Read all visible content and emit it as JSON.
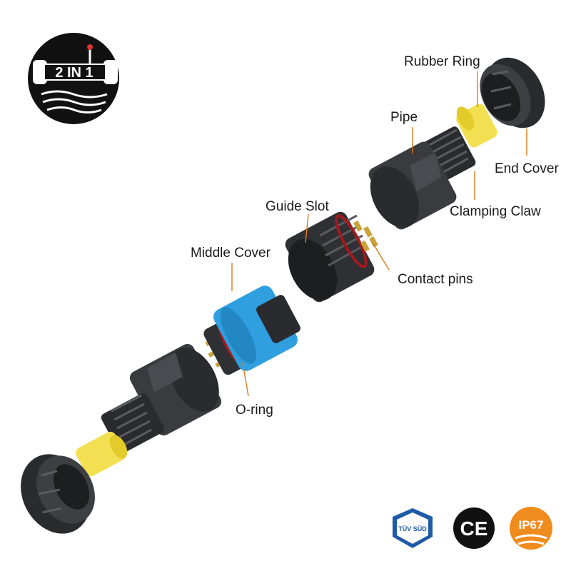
{
  "logo": {
    "text": "2 IN 1",
    "colors": {
      "disc": "#111111",
      "ink": "#ffffff",
      "dot": "#e0322b"
    }
  },
  "labels": {
    "rubber_ring": "Rubber Ring",
    "pipe": "Pipe",
    "end_cover": "End Cover",
    "clamping_claw": "Clamping Claw",
    "guide_slot": "Guide Slot",
    "contact_pins": "Contact pins",
    "middle_cover": "Middle Cover",
    "o_ring": "O-ring"
  },
  "badges": [
    {
      "name": "tuv-sud-badge",
      "text": "TÜV SÜD"
    },
    {
      "name": "ce-badge",
      "text": "CE"
    },
    {
      "name": "ip67-badge",
      "text": "IP67"
    }
  ],
  "colors": {
    "body_dark": "#2a2b2e",
    "body_mid": "#3e3f43",
    "body_light": "#5a5b60",
    "rubber": "#f2e052",
    "middle_cover": "#2f9fe0",
    "o_ring": "#a3191c",
    "pins": "#c9a23a",
    "leader": "#e07a1a",
    "tuv_blue": "#1f5aa6",
    "ip67_orange": "#f08c1e"
  }
}
